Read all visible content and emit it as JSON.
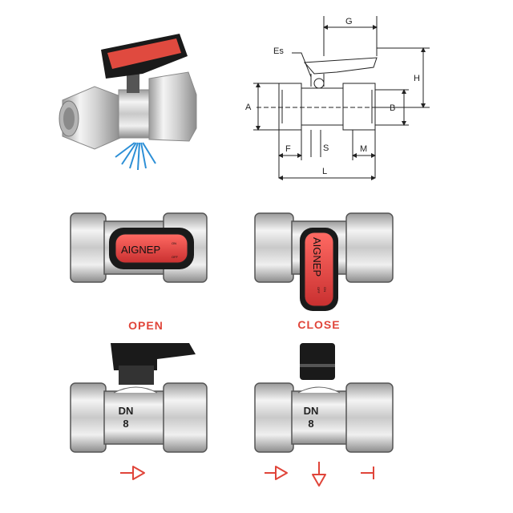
{
  "technical_drawing": {
    "labels": {
      "es": "Es",
      "g": "G",
      "h": "H",
      "a": "A",
      "b": "B",
      "f": "F",
      "s": "S",
      "m": "M",
      "l": "L"
    }
  },
  "handle_top_views": {
    "brand": "AIGNEP",
    "open_text_1": "ON",
    "open_text_2": "OFF",
    "close_text_1": "ON",
    "close_text_2": "OFF"
  },
  "states": {
    "open_label": "OPEN",
    "close_label": "CLOSE"
  },
  "valve_marking": {
    "open_line1": "DN",
    "open_line2": "8",
    "close_line1": "DN",
    "close_line2": "8"
  },
  "colors": {
    "accent_red": "#e0453a",
    "spray_blue": "#2c8fd6",
    "handle_red": "#d94040",
    "handle_black": "#1a1a1a",
    "metal": "#d8d8d8"
  },
  "icons": {
    "open_flow": "arrow-right-icon",
    "close_flow_in": "arrow-right-icon",
    "close_flow_out": "arrow-down-icon",
    "close_blocked": "blocked-end-icon"
  }
}
